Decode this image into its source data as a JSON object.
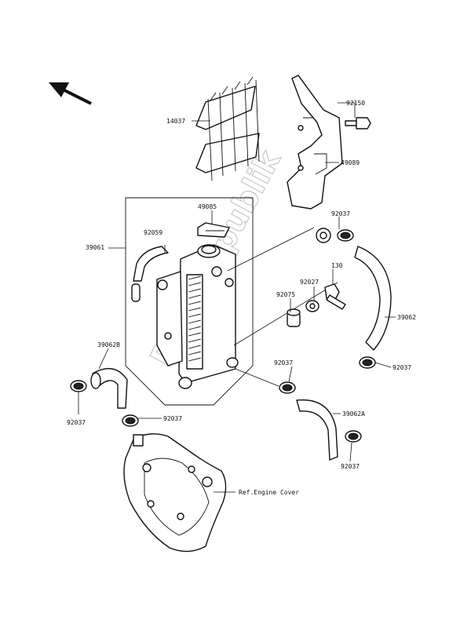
{
  "labels": {
    "p14037": "14037",
    "p92150": "92150",
    "p49089": "49089",
    "p49085": "49085",
    "p92059": "92059",
    "p39061": "39061",
    "p92037_a": "92037",
    "p130": "130",
    "p92027": "92027",
    "p92075": "92075",
    "p39062": "39062",
    "p92037_b": "92037",
    "p39062B": "39062B",
    "p92037_c": "92037",
    "p92037_d": "92037",
    "p92037_e": "92037",
    "p39062A": "39062A",
    "p92037_f": "92037",
    "engine_cover": "Ref.Engine Cover"
  },
  "watermark": "Partsrepublik"
}
